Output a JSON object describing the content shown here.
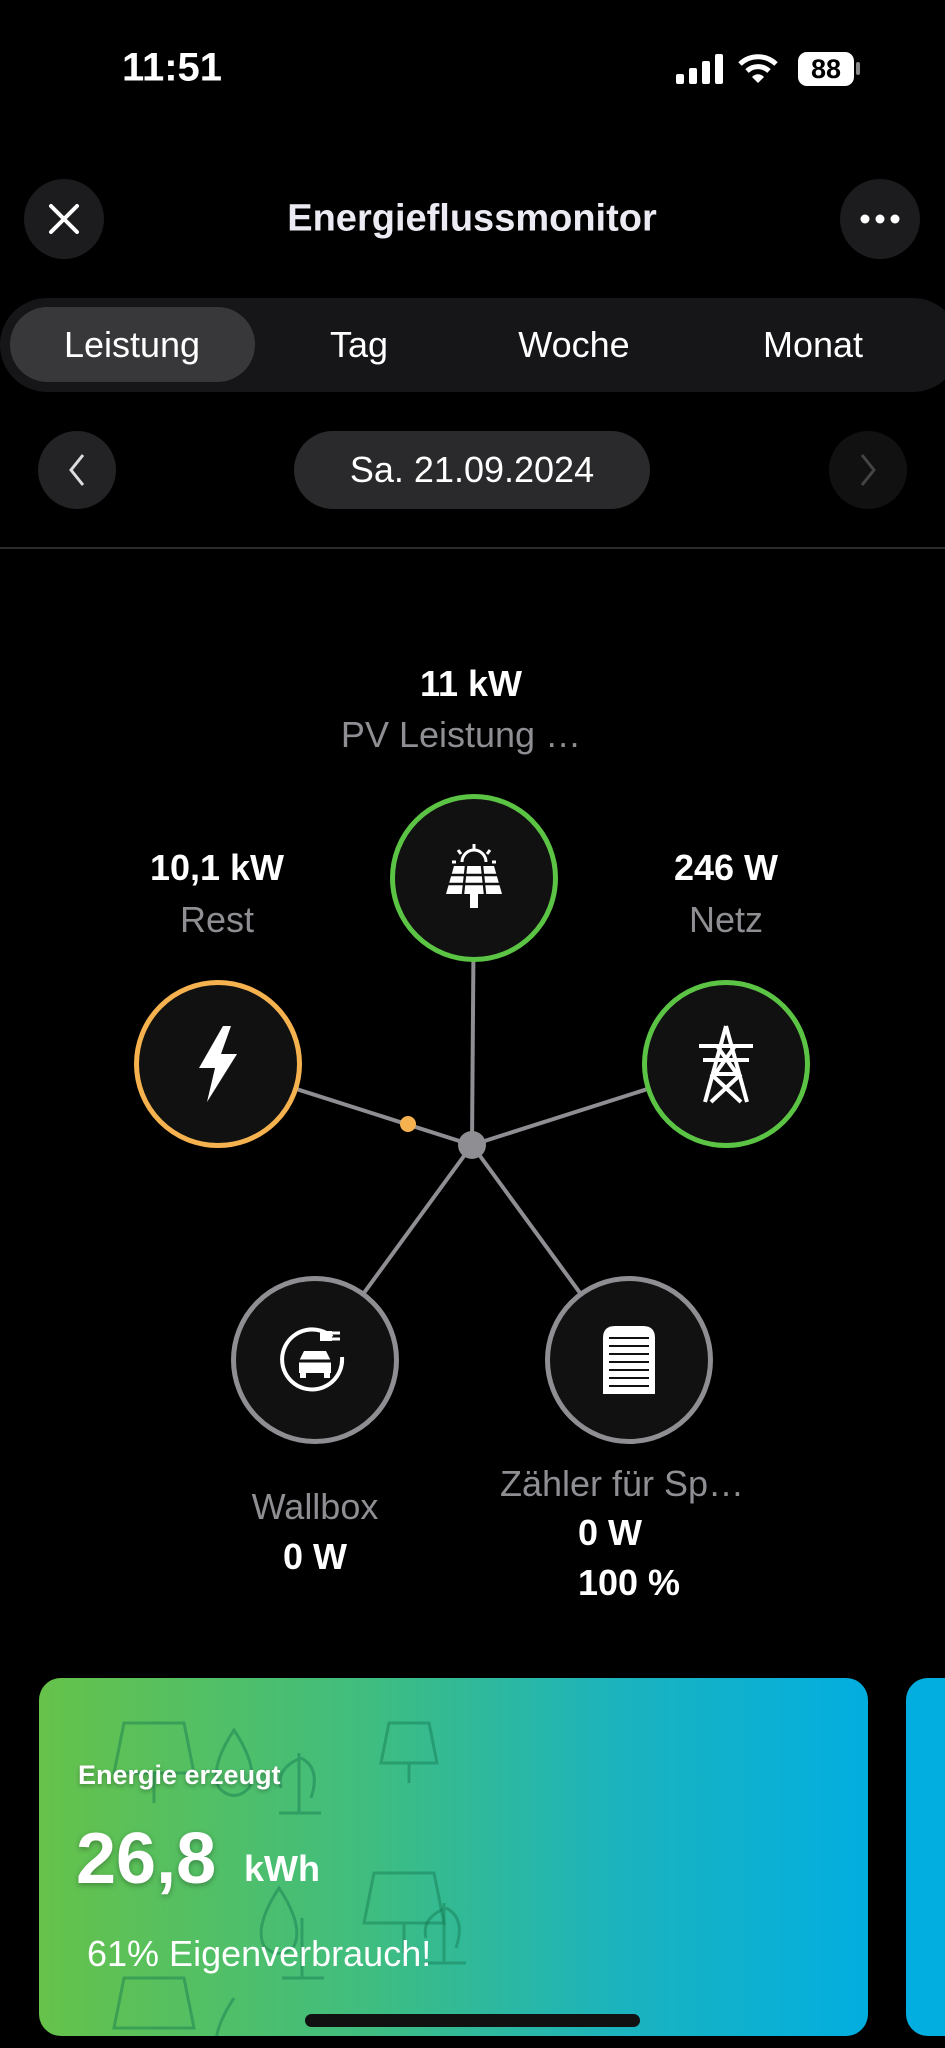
{
  "status": {
    "time": "11:51",
    "battery": "88"
  },
  "header": {
    "title": "Energieflussmonitor"
  },
  "tabs": [
    {
      "label": "Leistung",
      "selected": true
    },
    {
      "label": "Tag"
    },
    {
      "label": "Woche"
    },
    {
      "label": "Monat"
    }
  ],
  "date": {
    "label": "Sa. 21.09.2024"
  },
  "flow": {
    "pv": {
      "value": "11  kW",
      "label": "PV Leistung …",
      "color": "#5cc444"
    },
    "rest": {
      "value": "10,1  kW",
      "label": "Rest",
      "color": "#f5b24e"
    },
    "netz": {
      "value": "246  W",
      "label": "Netz",
      "color": "#5cc444"
    },
    "wallbox": {
      "value": "0  W",
      "label": "Wallbox",
      "color": "#8e8e93"
    },
    "zaehler": {
      "value": "0  W",
      "label": "Zähler für Sp…",
      "percent": "100 %",
      "color": "#8e8e93"
    }
  },
  "card": {
    "title": "Energie erzeugt",
    "value": "26,8",
    "unit": "kWh",
    "note": "61% Eigenverbrauch!"
  }
}
